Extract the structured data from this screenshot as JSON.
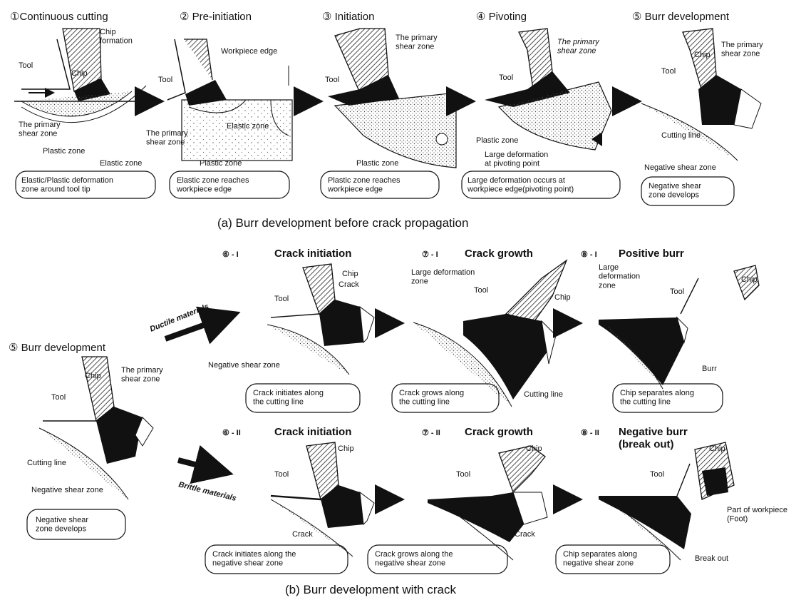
{
  "section_a": {
    "caption": "(a)  Burr development before crack propagation",
    "panels": [
      {
        "step": "①Continuous cutting",
        "tool": "Tool",
        "chip": "Chip",
        "chip_formation": "Chip\nformation",
        "primary_shear": "The primary\nshear zone",
        "plastic": "Plastic zone",
        "elastic": "Elastic zone",
        "caption": "Elastic/Plastic deformation\nzone around tool tip"
      },
      {
        "step": "② Pre-initiation",
        "tool": "Tool",
        "workpiece_edge": "Workpiece edge",
        "primary_shear": "The primary\nshear zone",
        "elastic": "Elastic zone",
        "plastic": "Plastic zone",
        "caption": "Elastic zone reaches\nworkpiece edge"
      },
      {
        "step": "③ Initiation",
        "tool": "Tool",
        "primary_shear": "The primary\nshear zone",
        "plastic": "Plastic zone",
        "caption": "Plastic zone reaches\nworkpiece edge"
      },
      {
        "step": "④ Pivoting",
        "tool": "Tool",
        "primary_shear": "The primary\nshear zone",
        "plastic": "Plastic zone",
        "large_def": "Large deformation\nat pivoting point",
        "caption": "Large deformation occurs at\nworkpiece edge(pivoting point)"
      },
      {
        "step": "⑤ Burr development",
        "tool": "Tool",
        "chip": "Chip",
        "primary_shear": "The primary\nshear zone",
        "cutting_line": "Cutting line",
        "negative_shear": "Negative shear zone",
        "caption": "Negative shear\nzone develops"
      }
    ]
  },
  "section_b": {
    "caption": "(b)  Burr development with crack",
    "left": {
      "step": "⑤ Burr development",
      "tool": "Tool",
      "chip": "Chip",
      "primary_shear": "The primary\nshear zone",
      "cutting_line": "Cutting line",
      "negative_shear": "Negative shear zone",
      "caption": "Negative shear\nzone develops"
    },
    "ductile_label": "Ductile materials",
    "brittle_label": "Brittle materials",
    "ductile": [
      {
        "num": "⑥ - I",
        "title": "Crack initiation",
        "chip": "Chip",
        "crack": "Crack",
        "tool": "Tool",
        "negative_shear": "Negative shear zone",
        "caption": "Crack initiates along\nthe cutting line"
      },
      {
        "num": "⑦ - I",
        "title": "Crack growth",
        "large_def": "Large deformation\nzone",
        "tool": "Tool",
        "chip": "Chip",
        "cutting_line": "Cutting line",
        "caption": "Crack grows along\nthe cutting line"
      },
      {
        "num": "⑧ - I",
        "title": "Positive burr",
        "large_def": "Large\ndeformation\nzone",
        "tool": "Tool",
        "chip": "Chip",
        "burr": "Burr",
        "caption": "Chip separates along\nthe cutting line"
      }
    ],
    "brittle": [
      {
        "num": "⑥ - II",
        "title": "Crack initiation",
        "chip": "Chip",
        "tool": "Tool",
        "crack": "Crack",
        "caption": "Crack initiates along the\nnegative shear zone"
      },
      {
        "num": "⑦ - II",
        "title": "Crack growth",
        "chip": "Chip",
        "tool": "Tool",
        "crack": "Crack",
        "caption": "Crack grows along the\nnegative shear zone"
      },
      {
        "num": "⑧ - II",
        "title": "Negative burr\n(break out)",
        "chip": "Chip",
        "tool": "Tool",
        "part": "Part of workpiece\n(Foot)",
        "break_out": "Break out",
        "caption": "Chip separates along\nnegative shear zone"
      }
    ]
  }
}
